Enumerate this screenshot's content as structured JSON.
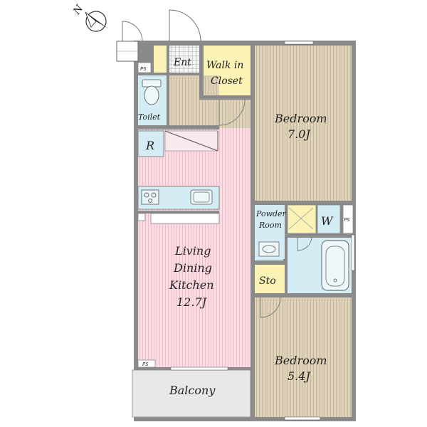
{
  "compass": {
    "label": "N"
  },
  "rooms": {
    "entrance": {
      "label": "Ent"
    },
    "walk_in_closet": {
      "line1": "Walk in",
      "line2": "Closet"
    },
    "bedroom1": {
      "name": "Bedroom",
      "size": "7.0J"
    },
    "toilet": {
      "label": "Toilet"
    },
    "refrigerator": {
      "label": "R"
    },
    "powder_room": {
      "line1": "Powder",
      "line2": "Room"
    },
    "washer": {
      "label": "W"
    },
    "ldk": {
      "line1": "Living",
      "line2": "Dining",
      "line3": "Kitchen",
      "line4": "12.7J"
    },
    "storage": {
      "label": "Sto"
    },
    "bedroom2": {
      "name": "Bedroom",
      "size": "5.4J"
    },
    "balcony": {
      "label": "Balcony"
    }
  },
  "ps": {
    "top": "PS",
    "right": "PS",
    "bottom": "PS"
  },
  "colors": {
    "wood": "#d9cdb6",
    "wood_line": "#c4b596",
    "ldk": "#f7d7df",
    "ldk_line": "#e8b9c5",
    "wet": "#d4ecf4",
    "yellow": "#fbf3b8",
    "wall": "#8a8a8a",
    "balcony": "#e8e8e6",
    "tile": "#f2f2f2"
  }
}
